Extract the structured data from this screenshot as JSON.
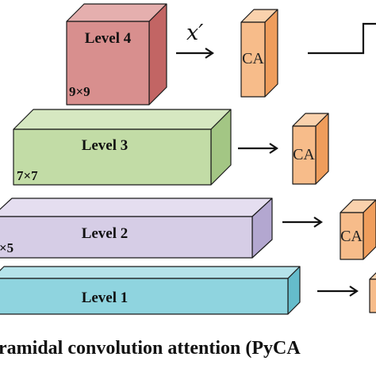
{
  "diagram": {
    "symbol_x_prime": "x′",
    "caption": "ramidal convolution attention (PyCA",
    "levels": [
      {
        "label": "Level 4",
        "kernel": "9×9"
      },
      {
        "label": "Level 3",
        "kernel": "7×7"
      },
      {
        "label": "Level 2",
        "kernel": "×5"
      },
      {
        "label": "Level 1",
        "kernel": ""
      }
    ],
    "ca_label": "CA",
    "colors": {
      "level4_front": "#d88f8e",
      "level4_top": "#e5afae",
      "level4_side": "#c26564",
      "level3_front": "#c2dca6",
      "level3_top": "#d6e8c1",
      "level3_side": "#a3c684",
      "level2_front": "#d6cde6",
      "level2_top": "#e5def0",
      "level2_side": "#b3a7d0",
      "level1_front": "#8fd4df",
      "level1_top": "#b5e3ea",
      "level1_side": "#65bccb",
      "ca_front": "#f7bc8a",
      "ca_top": "#fad2ad",
      "ca_side": "#ef9d5c"
    }
  }
}
